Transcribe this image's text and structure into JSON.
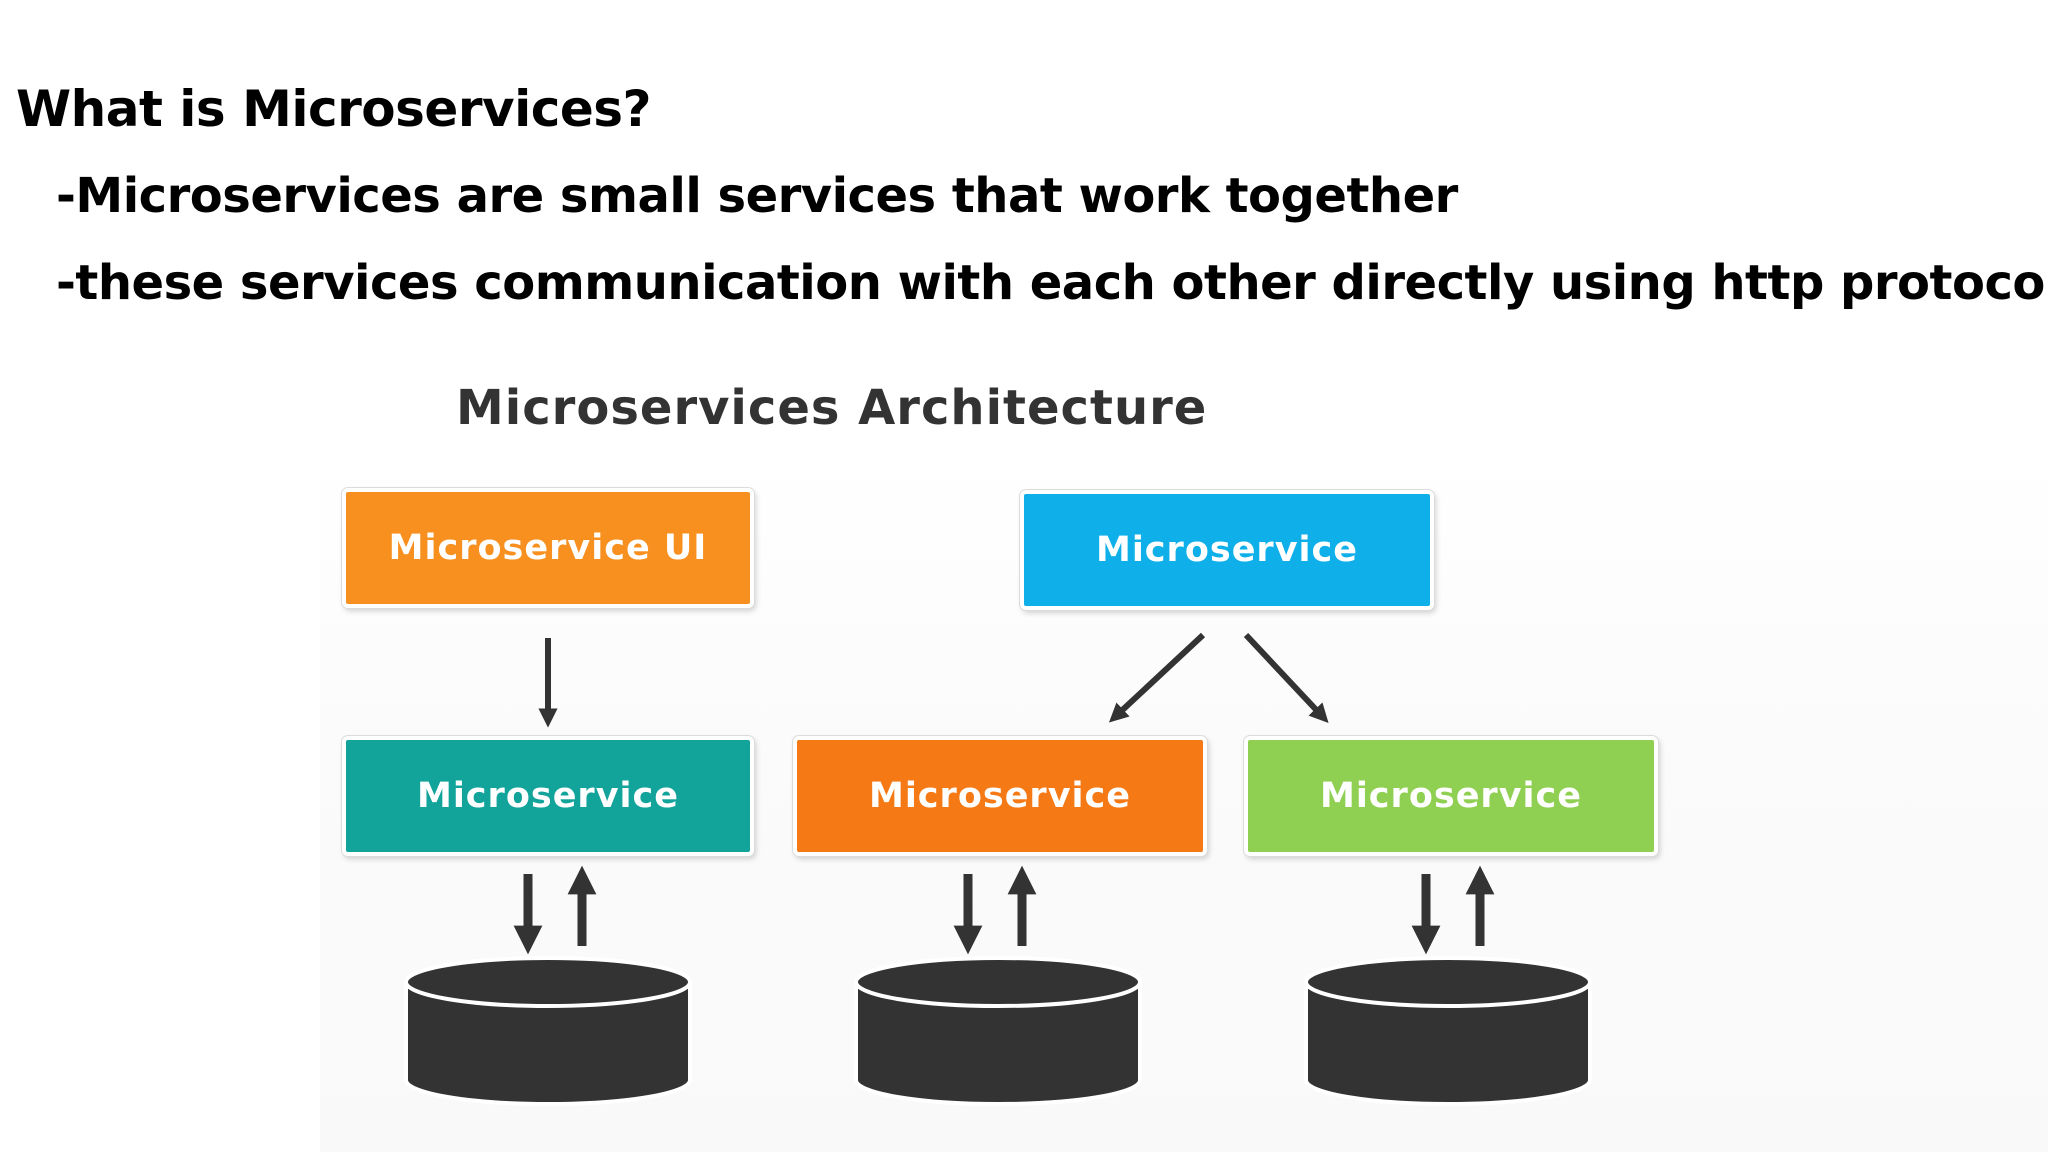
{
  "slide": {
    "title": "What is Microservices?",
    "bullets": [
      "-Microservices are small services that work together",
      "-these services communication with each other directly using http protocols"
    ]
  },
  "diagram": {
    "title": "Microservices Architecture",
    "nodes": {
      "ui": {
        "label": "Microservice UI",
        "color": "#f7901e"
      },
      "top": {
        "label": "Microservice",
        "color": "#0fb0ea"
      },
      "left": {
        "label": "Microservice",
        "color": "#12a39b"
      },
      "mid": {
        "label": "Microservice",
        "color": "#f57a15"
      },
      "right": {
        "label": "Microservice",
        "color": "#8fcf52"
      }
    },
    "colors": {
      "arrow": "#333333",
      "database": "#333333"
    }
  }
}
